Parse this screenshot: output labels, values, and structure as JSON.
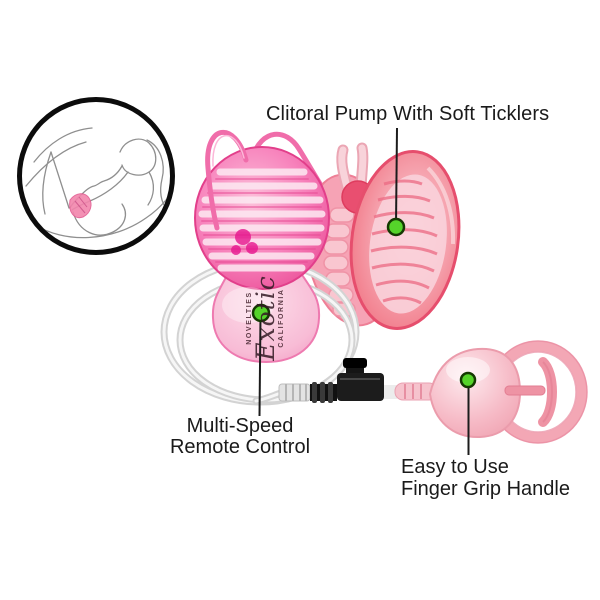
{
  "page": {
    "background": "#ffffff"
  },
  "callouts": {
    "pump_label": "Clitoral Pump With Soft Ticklers",
    "remote_label_line1": "Multi-Speed",
    "remote_label_line2": "Remote Control",
    "handle_label_line1": "Easy to Use",
    "handle_label_line2": "Finger Grip Handle",
    "marker_color": "#55d42a",
    "marker_outline": "#143a02",
    "line_color": "#1c1c1c",
    "text_color": "#1a1a1a"
  },
  "product": {
    "brand_company_first": "CALIFORNIA",
    "brand_script": "Exotic",
    "brand_company_last": "NOVELTIES",
    "colors": {
      "remote_dome_pink": "#ee5fa0",
      "remote_body_pink": "#f8c3d9",
      "butterfly_wing_pink": "#f17087",
      "butterfly_inner_pink": "#fad2da",
      "handle_pink": "#f5b9c5",
      "tube_clear": "#d6d6d6",
      "cord_pink": "#f06daa",
      "connector_black": "#1b1b1b"
    }
  },
  "vignette": {
    "device_highlight_color": "#f285ac",
    "sketch_line_color": "#8f8f8f"
  }
}
